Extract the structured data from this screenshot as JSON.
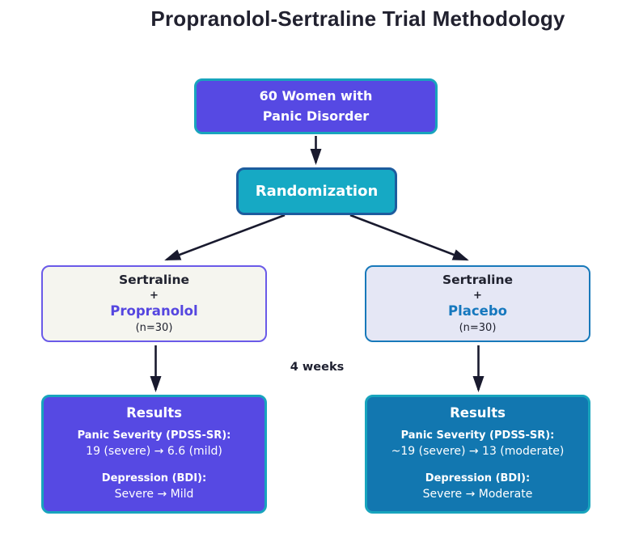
{
  "title": "Propranolol-Sertraline Trial Methodology",
  "nodes": {
    "population": {
      "line1": "60 Women with",
      "line2": "Panic Disorder"
    },
    "randomization": {
      "label": "Randomization"
    },
    "group_propranolol": {
      "base_drug": "Sertraline",
      "plus": "+",
      "assigned": "Propranolol",
      "sample": "(n=30)"
    },
    "group_placebo": {
      "base_drug": "Sertraline",
      "plus": "+",
      "assigned": "Placebo",
      "sample": "(n=30)"
    },
    "duration": {
      "label": "4 weeks"
    },
    "results_propranolol": {
      "heading": "Results",
      "panic_label": "Panic Severity (PDSS-SR):",
      "panic_value": "19 (severe) → 6.6 (mild)",
      "depression_label": "Depression (BDI):",
      "depression_value": "Severe → Mild"
    },
    "results_placebo": {
      "heading": "Results",
      "panic_label": "Panic Severity (PDSS-SR):",
      "panic_value": "~19 (severe) → 13 (moderate)",
      "depression_label": "Depression (BDI):",
      "depression_value": "Severe → Moderate"
    }
  },
  "colors": {
    "purple_fill": "#5649E3",
    "teal_border": "#18A4BD",
    "teal_fill": "#16A9C4",
    "dark_blue_border": "#1D5C9E",
    "blue_fill": "#1277B0",
    "ivory_fill": "#F5F5EF",
    "lavender_fill": "#E5E7F5",
    "purple_border": "#6A5AE8",
    "blue_border": "#1879BA",
    "propranolol_text": "#5546E0",
    "placebo_text": "#1678BE",
    "arrow": "#191A2E",
    "title_text": "#21212F"
  }
}
